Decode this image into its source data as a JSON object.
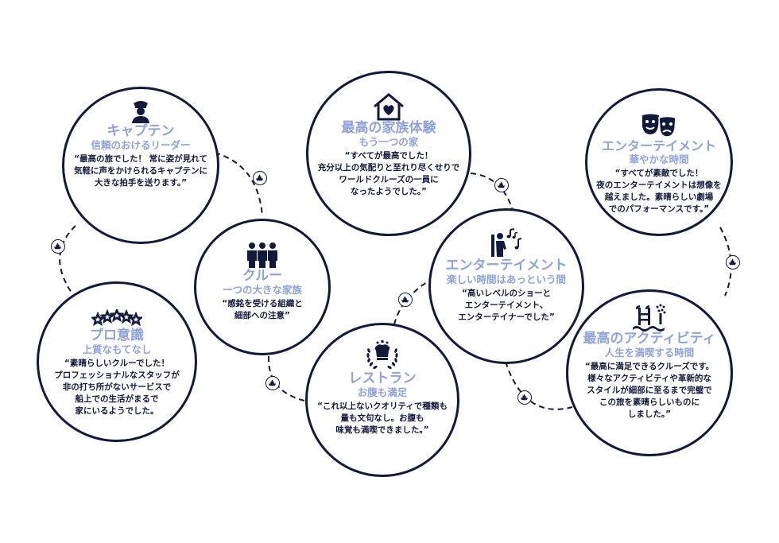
{
  "nodes": {
    "captain": {
      "title": "キャプテン",
      "subtitle": "信頼のおけるリーダー",
      "quote": [
        "“最高の旅でした！ 常に姿が見れて",
        "気軽に声をかけられるキャプテンに",
        "大きな拍手を送ります。”"
      ],
      "icon": "captain-icon"
    },
    "family": {
      "title": "最高の家族体験",
      "subtitle": "もう一つの家",
      "quote": [
        "“すべてが最高でした！",
        "充分以上の気配りと至れり尽くせりで",
        "ワールドクルーズの一員に",
        "なったようでした。”"
      ],
      "icon": "home-heart-icon"
    },
    "entertainment_top": {
      "title": "エンターテイメント",
      "subtitle": "華やかな時間",
      "quote": [
        "“すべてが素敵でした！",
        "夜のエンターテイメントは想像を",
        "越えました。素晴らしい劇場",
        "でのパフォーマンスです。”"
      ],
      "icon": "theater-masks-icon"
    },
    "crew": {
      "title": "クルー",
      "subtitle": "一つの大きな家族",
      "quote": [
        "“感銘を受ける組織と",
        "細部への注意”"
      ],
      "icon": "crew-icon"
    },
    "entertainment_mid": {
      "title": "エンターテイメント",
      "subtitle": "楽しい時間はあっという間",
      "quote": [
        "“高いレベルのショーと",
        "エンターテイメント、",
        "エンターテイナーでした”"
      ],
      "icon": "musician-icon"
    },
    "professional": {
      "title": "プロ意識",
      "subtitle": "上質なもてなし",
      "quote": [
        "“素晴らしいクルーでした！",
        "プロフェッショナルなスタッフが",
        "非の打ち所がないサービスで",
        "船上での生活がまるで",
        "家にいるようでした。"
      ],
      "icon": "stars-icon"
    },
    "restaurant": {
      "title": "レストラン",
      "subtitle": "お腹も満足",
      "quote": [
        "“これ以上ないクオリティで種類も",
        "量も文句なし。お腹も",
        "味覚も満喫できました。”"
      ],
      "icon": "chef-hat-laurel-icon"
    },
    "activity": {
      "title": "最高のアクティビティ",
      "subtitle": "人生を満喫する時間",
      "quote": [
        "“最高に満足できるクルーズです。",
        "様々なアクティビティや革新的な",
        "スタイルが細部に至るまで完璧で",
        "この旅を素晴らしいものに",
        "しました。”"
      ],
      "icon": "pool-icon"
    }
  },
  "colors": {
    "navy": "#121a3c",
    "accent": "#8fa3d8"
  },
  "connector_icon": "ship-icon"
}
